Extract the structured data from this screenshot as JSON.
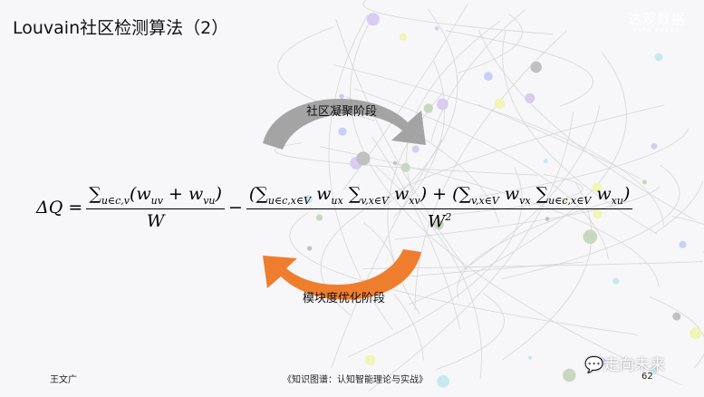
{
  "slide": {
    "title": "Louvain社区检测算法（2）",
    "logo": {
      "cn": "达观数据",
      "en": "DATA GRAND"
    },
    "top_arrow_label": "社区凝聚阶段",
    "bottom_arrow_label": "模块度优化阶段",
    "formula": {
      "lhs": "ΔQ =",
      "term1_num": "∑",
      "term1_num_sub": "u∈c,v",
      "term1_num_rest": "(w",
      "w_uv_sub": "uv",
      "plus": " + w",
      "w_vu_sub": "vu",
      "close": ")",
      "term1_den": "W",
      "minus": "−",
      "term2_num": "(∑",
      "s1": "u∈c,x∈V",
      "w1": " w",
      "w1s": "ux",
      "sum2": " ∑",
      "s2": "v,x∈V",
      "w2": " w",
      "w2s": "xv",
      "mid": ") + (∑",
      "s3": "v,x∈V",
      "w3": " w",
      "w3s": "vx",
      "sum4": " ∑",
      "s4": "u∈c,x∈V",
      "w4": " w",
      "w4s": "xu",
      "end": ")",
      "term2_den": "W",
      "term2_den_sup": "2"
    },
    "footer": {
      "author": "王文广",
      "book": "《知识图谱：认知智能理论与实战》",
      "page": "62"
    },
    "watermark": "走向未来",
    "colors": {
      "gray_arrow": "#9a9a9a",
      "orange_arrow": "#ef7d2e"
    }
  }
}
